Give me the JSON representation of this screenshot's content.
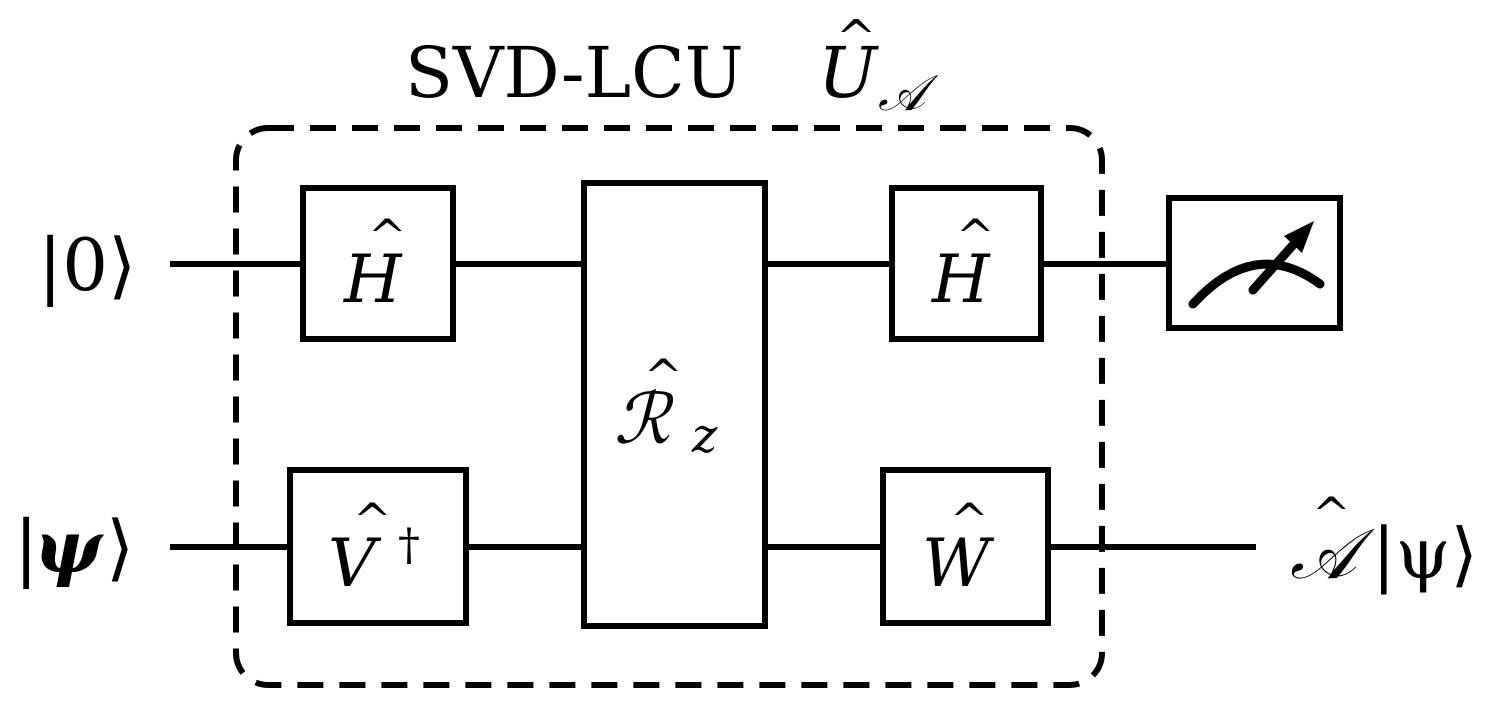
{
  "title": {
    "prefix": "SVD-LCU ",
    "symbol": "U",
    "hat": "^",
    "subscript": "𝒜"
  },
  "inputs": {
    "top": "|0⟩",
    "bottom_bar": "|",
    "bottom_symbol": "ψ",
    "bottom_angle": "⟩"
  },
  "gates": {
    "hadamard_1": {
      "symbol": "H",
      "hat": "^"
    },
    "v_dagger": {
      "symbol": "V",
      "hat": "^",
      "superscript": "†"
    },
    "rotation": {
      "symbol": "ℛ",
      "hat": "^",
      "subscript": "z"
    },
    "hadamard_2": {
      "symbol": "H",
      "hat": "^"
    },
    "w": {
      "symbol": "W",
      "hat": "^"
    }
  },
  "output": {
    "operator": "𝒜",
    "hat": "^",
    "state": "|ψ⟩"
  },
  "measurement": {
    "icon": "meter-icon"
  }
}
